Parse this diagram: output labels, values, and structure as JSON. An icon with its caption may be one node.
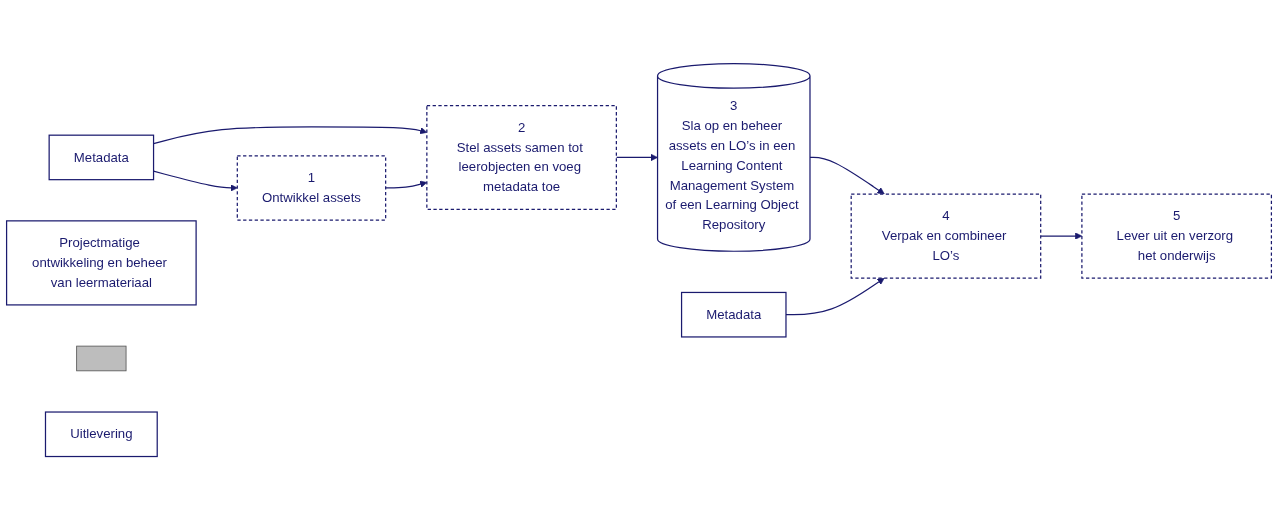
{
  "diagram": {
    "nodes": [
      {
        "text": [
          "Metadata"
        ]
      },
      {
        "text": [
          "1",
          "Ontwikkel assets"
        ]
      },
      {
        "text": [
          "2",
          "Stel assets samen tot leerobjecten en voeg metadata toe"
        ]
      },
      {
        "text": [
          "3",
          "Sla op en beheer assets en LO’s in een Learning Content Management System of een Learning Object Repository"
        ]
      },
      {
        "text": [
          "Metadata"
        ]
      },
      {
        "text": [
          "4",
          "Verpak en combineer LO’s"
        ]
      },
      {
        "text": [
          "5",
          "Lever uit en verzorg het onderwijs"
        ]
      },
      {
        "text": [
          "Projectmatige ontwikkeling en beheer van leermateriaal"
        ]
      },
      {
        "text": [],
        "shape": "box"
      },
      {
        "text": [
          "Uitlevering"
        ]
      }
    ],
    "edges": [
      {
        "from": 0,
        "to": 1,
        "arrow": "to"
      },
      {
        "from": 0,
        "to": 2,
        "arrow": "to"
      },
      {
        "from": 1,
        "to": 2,
        "arrow": "to"
      },
      {
        "from": 2,
        "to": 3,
        "arrow": "to"
      },
      {
        "from": 3,
        "to": 5,
        "arrow": "to"
      },
      {
        "from": 4,
        "to": 5,
        "arrow": "to"
      },
      {
        "from": 5,
        "to": 6,
        "arrow": "to"
      }
    ]
  }
}
